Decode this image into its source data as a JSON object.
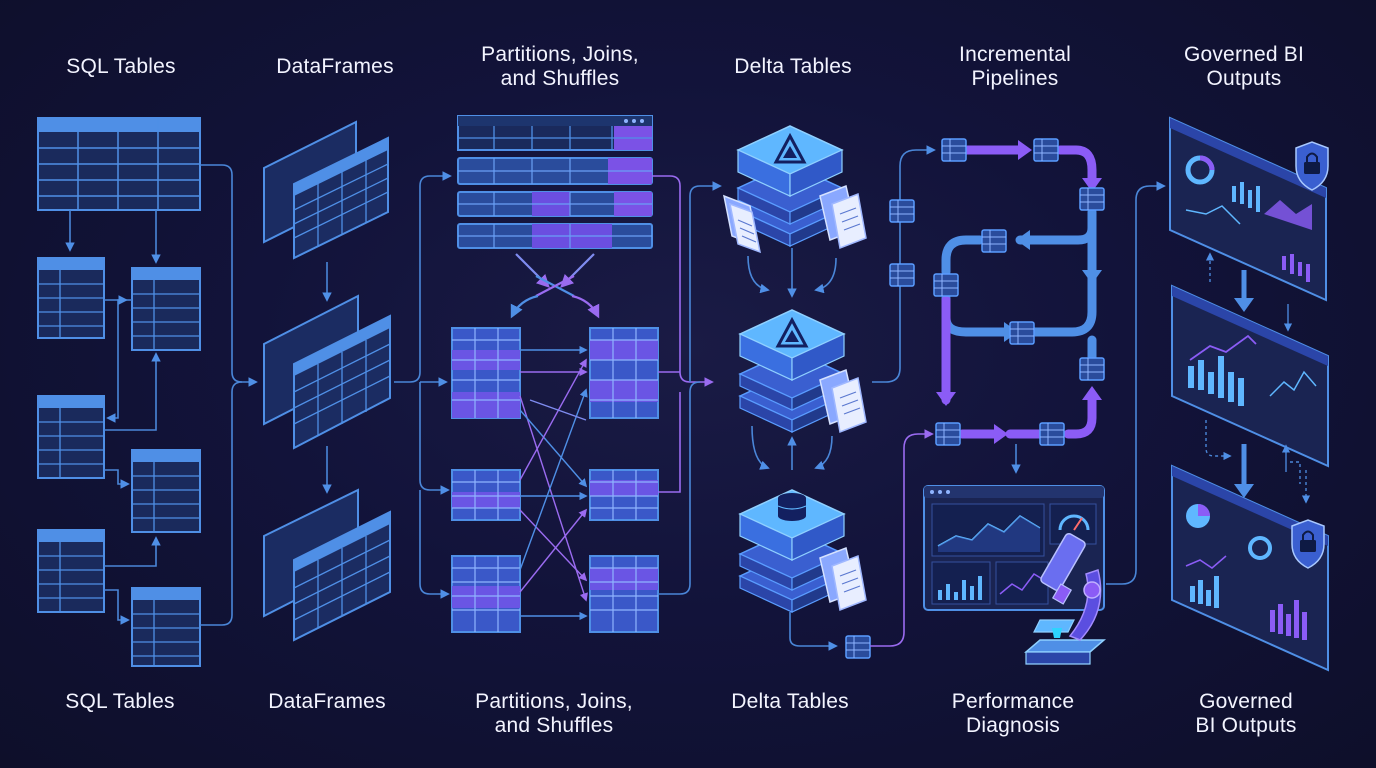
{
  "colors": {
    "background": "#12133a",
    "blue": "#4f8fe6",
    "purple": "#8b5cf6",
    "line_blue": "#4a86d8",
    "line_purple": "#9a6bf0",
    "panel": "#1c2a55"
  },
  "top_labels": [
    {
      "id": "sql",
      "lines": [
        "SQL Tables"
      ]
    },
    {
      "id": "df",
      "lines": [
        "DataFrames"
      ]
    },
    {
      "id": "pjs",
      "lines": [
        "Partitions, Joins,",
        "and Shuffles"
      ]
    },
    {
      "id": "delta",
      "lines": [
        "Delta Tables"
      ]
    },
    {
      "id": "incr",
      "lines": [
        "Incremental",
        "Pipelines"
      ]
    },
    {
      "id": "bi",
      "lines": [
        "Governed BI",
        "Outputs"
      ]
    }
  ],
  "bottom_labels": [
    {
      "id": "sql",
      "lines": [
        "SQL Tables"
      ]
    },
    {
      "id": "df",
      "lines": [
        "DataFrames"
      ]
    },
    {
      "id": "pjs",
      "lines": [
        "Partitions, Joins,",
        "and Shuffles"
      ]
    },
    {
      "id": "delta",
      "lines": [
        "Delta Tables"
      ]
    },
    {
      "id": "perf",
      "lines": [
        "Performance",
        "Diagnosis"
      ]
    },
    {
      "id": "bi",
      "lines": [
        "Governed",
        "BI Outputs"
      ]
    }
  ],
  "icons": {
    "table": "table-icon",
    "sheet": "spreadsheet-icon",
    "server": "server-stack-icon",
    "delta_logo": "delta-logo-icon",
    "database": "database-icon",
    "document": "document-icon",
    "shuffle": "shuffle-icon",
    "dashboard": "dashboard-icon",
    "lock": "lock-shield-icon",
    "microscope": "microscope-icon",
    "gauge": "gauge-icon"
  }
}
